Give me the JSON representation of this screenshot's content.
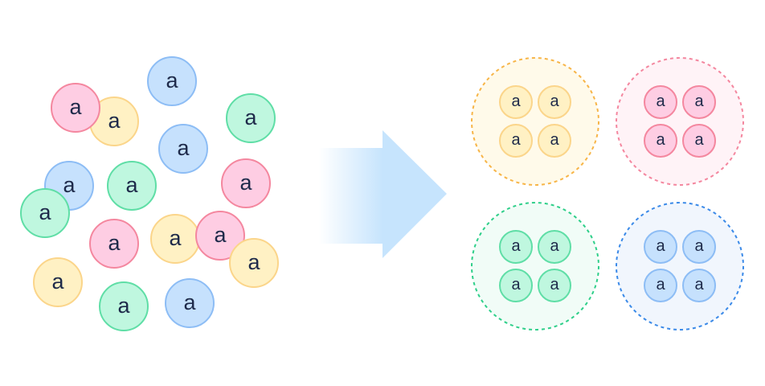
{
  "diagram": {
    "description": "Scattered colored items grouped by color into four clusters",
    "item_label": "a",
    "colors": {
      "pink": {
        "fill": "#fecde3",
        "stroke": "#f4879f",
        "group_fill": "#fff3f7",
        "group_stroke": "#f4879f"
      },
      "yellow": {
        "fill": "#fff1c4",
        "stroke": "#fbd58a",
        "group_fill": "#fffaea",
        "group_stroke": "#f7b548"
      },
      "green": {
        "fill": "#bff7df",
        "stroke": "#5fdea6",
        "group_fill": "#f1fcf7",
        "group_stroke": "#2fcf8a"
      },
      "blue": {
        "fill": "#c6e1fd",
        "stroke": "#8dbdf5",
        "group_fill": "#f1f6fd",
        "group_stroke": "#3b8ae8"
      }
    },
    "text_color": "#1e2a4a",
    "arrow": {
      "direction": "right",
      "color": "#c6e4fd"
    },
    "scattered_items": [
      {
        "label": "a",
        "color": "blue"
      },
      {
        "label": "a",
        "color": "yellow"
      },
      {
        "label": "a",
        "color": "pink"
      },
      {
        "label": "a",
        "color": "green"
      },
      {
        "label": "a",
        "color": "blue"
      },
      {
        "label": "a",
        "color": "blue"
      },
      {
        "label": "a",
        "color": "green"
      },
      {
        "label": "a",
        "color": "green"
      },
      {
        "label": "a",
        "color": "pink"
      },
      {
        "label": "a",
        "color": "pink"
      },
      {
        "label": "a",
        "color": "yellow"
      },
      {
        "label": "a",
        "color": "yellow"
      },
      {
        "label": "a",
        "color": "pink"
      },
      {
        "label": "a",
        "color": "yellow"
      },
      {
        "label": "a",
        "color": "green"
      },
      {
        "label": "a",
        "color": "blue"
      }
    ],
    "groups": [
      {
        "color": "yellow",
        "items": [
          "a",
          "a",
          "a",
          "a"
        ]
      },
      {
        "color": "pink",
        "items": [
          "a",
          "a",
          "a",
          "a"
        ]
      },
      {
        "color": "green",
        "items": [
          "a",
          "a",
          "a",
          "a"
        ]
      },
      {
        "color": "blue",
        "items": [
          "a",
          "a",
          "a",
          "a"
        ]
      }
    ]
  }
}
